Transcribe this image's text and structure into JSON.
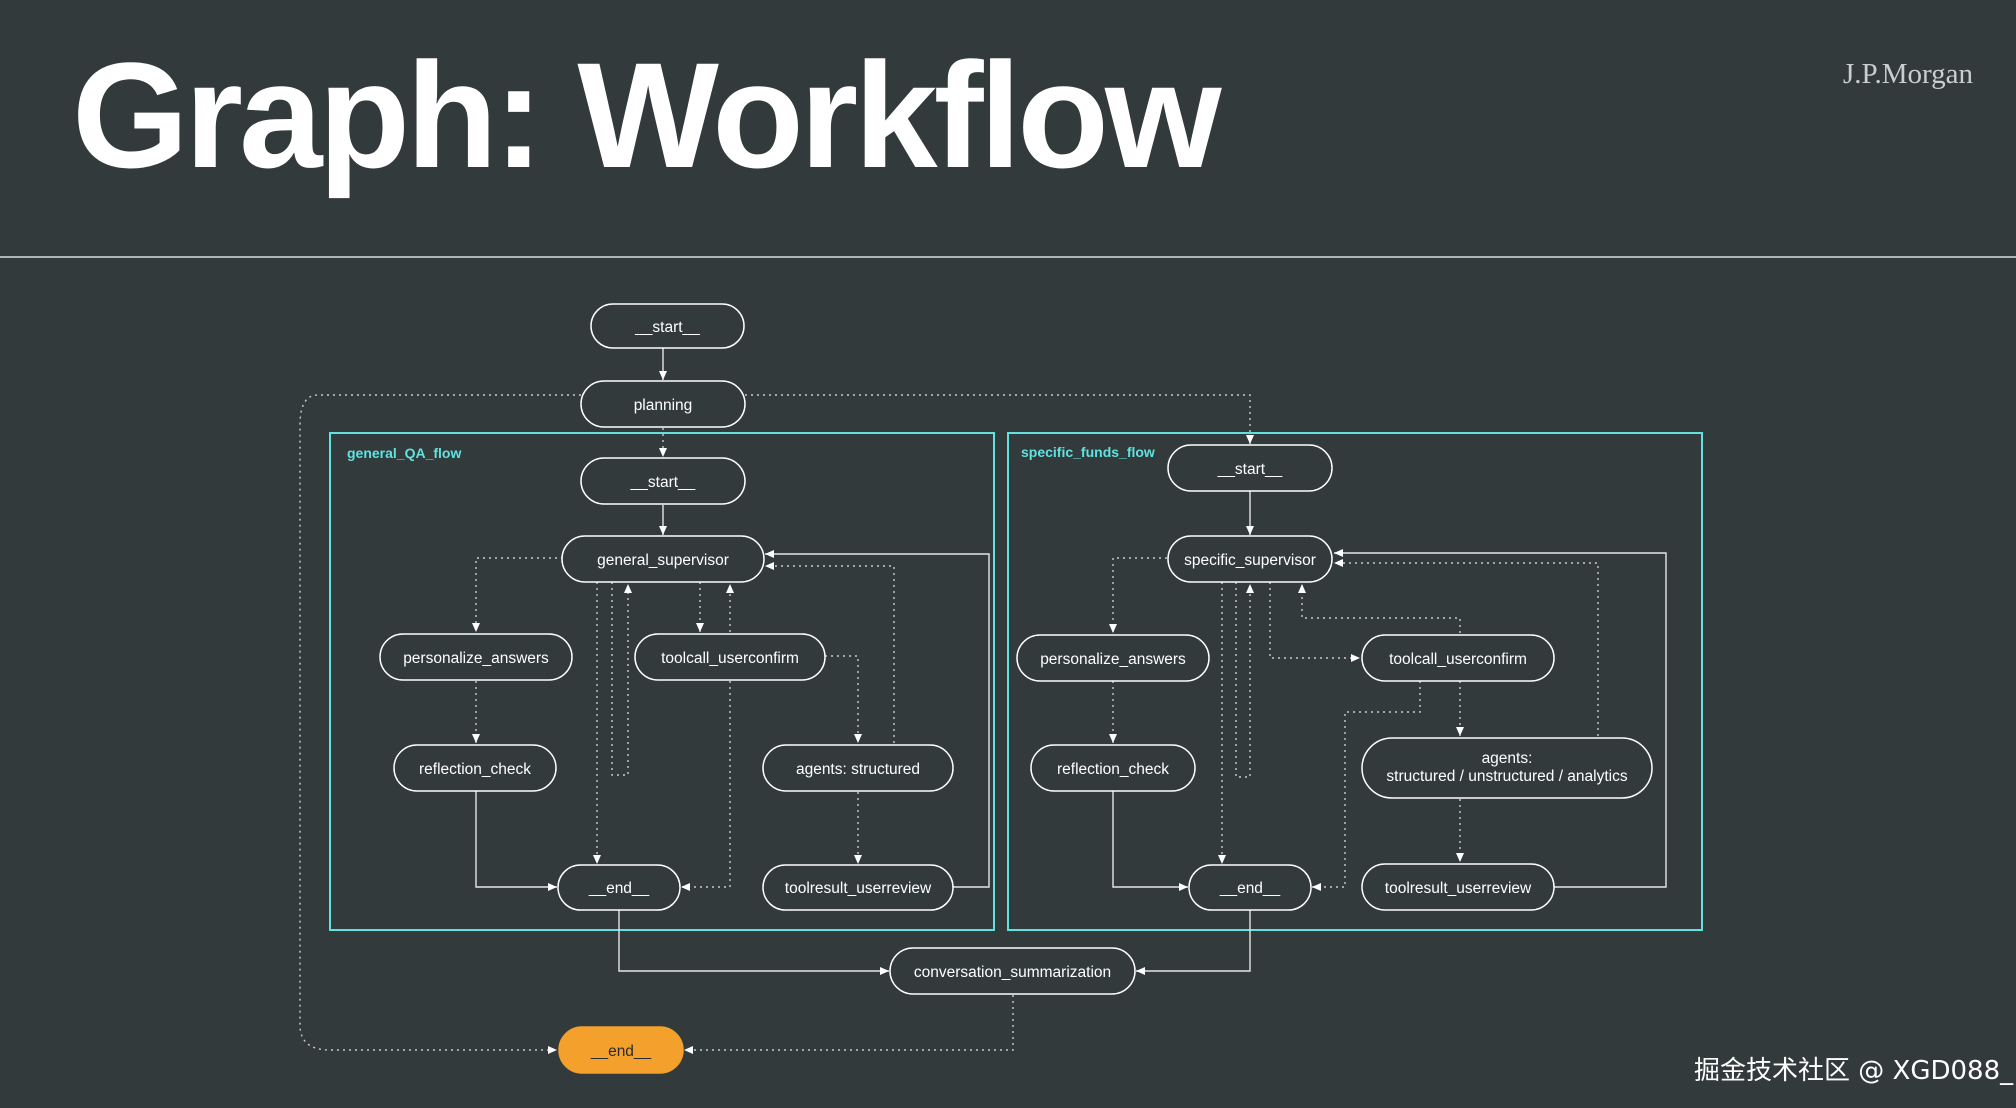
{
  "slide": {
    "title": "Graph: Workflow",
    "logo": "J.P.Morgan",
    "watermark": "掘金技术社区 @ XGD088_"
  },
  "colors": {
    "background": "#323a3b",
    "cluster_border": "#5fe3e0",
    "node_fill": "#323a3b",
    "node_stroke": "#ffffff",
    "final_end_fill": "#f3a02d"
  },
  "diagram": {
    "clusters": {
      "general": "general_QA_flow",
      "specific": "specific_funds_flow"
    },
    "nodes": {
      "top_start": "__start__",
      "planning": "planning",
      "g_start": "__start__",
      "g_supervisor": "general_supervisor",
      "g_personalize": "personalize_answers",
      "g_toolcall": "toolcall_userconfirm",
      "g_reflection": "reflection_check",
      "g_agents": "agents: structured",
      "g_end": "__end__",
      "g_toolresult": "toolresult_userreview",
      "s_start": "__start__",
      "s_supervisor": "specific_supervisor",
      "s_personalize": "personalize_answers",
      "s_toolcall": "toolcall_userconfirm",
      "s_agents_line1": "agents:",
      "s_agents_line2": "structured / unstructured / analytics",
      "s_reflection": "reflection_check",
      "s_end": "__end__",
      "s_toolresult": "toolresult_userreview",
      "summarization": "conversation_summarization",
      "final_end": "__end__"
    }
  }
}
